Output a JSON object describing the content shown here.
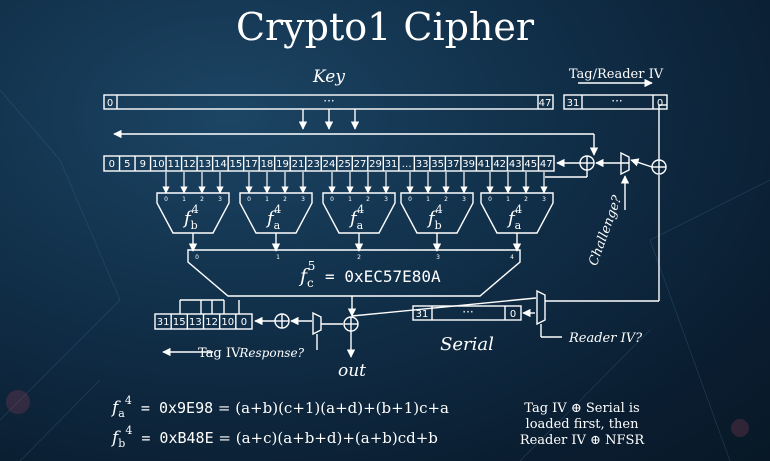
{
  "title": "Crypto1 Cipher",
  "key": {
    "label": "Key",
    "start": "0",
    "dots": "···",
    "end": "47"
  },
  "tag_reader_iv": {
    "label": "Tag/Reader IV",
    "start": "31",
    "dots": "···",
    "end": "0"
  },
  "lfsr": {
    "cells": [
      "0",
      "5",
      "9",
      "10",
      "11",
      "12",
      "13",
      "14",
      "15",
      "17",
      "18",
      "19",
      "21",
      "23",
      "24",
      "25",
      "27",
      "29",
      "31",
      "…",
      "33",
      "35",
      "37",
      "39",
      "41",
      "42",
      "43",
      "45",
      "47"
    ]
  },
  "filters": {
    "items": [
      {
        "base": "f",
        "sub": "b",
        "sup": "4"
      },
      {
        "base": "f",
        "sub": "a",
        "sup": "4"
      },
      {
        "base": "f",
        "sub": "a",
        "sup": "4"
      },
      {
        "base": "f",
        "sub": "b",
        "sup": "4"
      },
      {
        "base": "f",
        "sub": "a",
        "sup": "4"
      }
    ],
    "pins": [
      "0",
      "1",
      "2",
      "3"
    ]
  },
  "fc": {
    "base": "f",
    "sub": "c",
    "sup": "5",
    "value": " = 0xEC57E80A",
    "pins": [
      "0",
      "1",
      "2",
      "3",
      "4"
    ]
  },
  "tag_iv": {
    "cells": [
      "31",
      "15",
      "13",
      "12",
      "10",
      "0"
    ],
    "label": "Tag IV"
  },
  "response_label": "Response?",
  "challenge_label": "Challenge?",
  "serial": {
    "start": "31",
    "dots": "···",
    "end": "0",
    "label": "Serial"
  },
  "reader_iv_label": "Reader IV?",
  "out_label": "out",
  "formulas": {
    "fa": {
      "base": "f",
      "sub": "a",
      "sup": "4",
      "hex": " = 0x9E98",
      "expr": " = (a+b)(c+1)(a+d)+(b+1)c+a"
    },
    "fb": {
      "base": "f",
      "sub": "b",
      "sup": "4",
      "hex": " = 0xB48E",
      "expr": " = (a+c)(a+b+d)+(a+b)cd+b"
    }
  },
  "note": {
    "line1": "Tag IV ⊕ Serial is",
    "line2": "loaded first, then",
    "line3": "Reader IV ⊕ NFSR"
  },
  "colors": {
    "background": "#0c2236",
    "ink": "#ffffff"
  }
}
